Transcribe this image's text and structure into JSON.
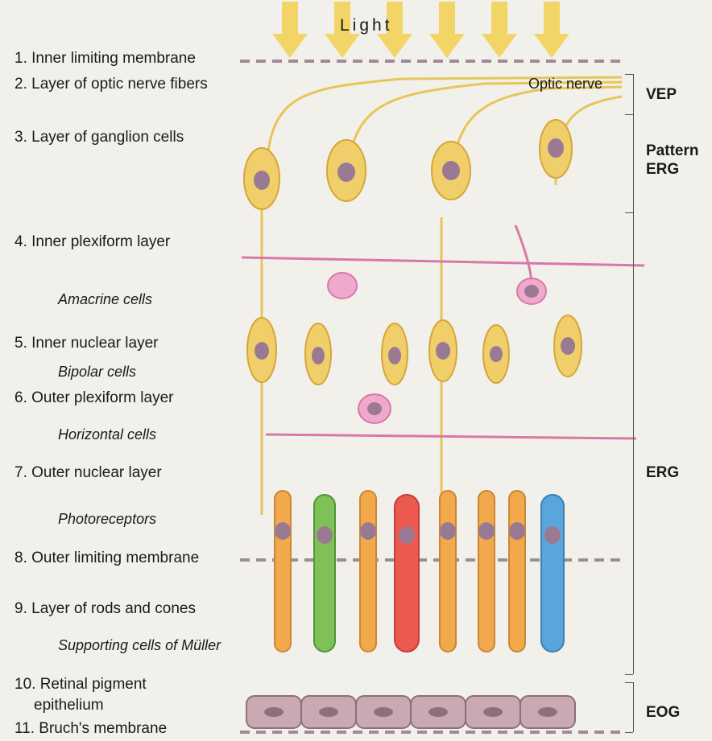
{
  "header": {
    "light": "Light"
  },
  "labels": {
    "optic_nerve": "Optic nerve"
  },
  "layers": [
    "1. Inner limiting membrane",
    "2. Layer of optic nerve fibers",
    "3. Layer of ganglion cells",
    "4. Inner plexiform layer",
    "5. Inner nuclear layer",
    "6. Outer plexiform layer",
    "7. Outer nuclear layer",
    "8. Outer limiting membrane",
    "9. Layer of rods and cones",
    "10. Retinal pigment",
    "11. Bruch's membrane"
  ],
  "layers_cont": {
    "9": "epithelium"
  },
  "cells": {
    "amacrine": "Amacrine cells",
    "bipolar": "Bipolar cells",
    "horizontal": "Horizontal cells",
    "photoreceptors": "Photoreceptors",
    "muller": "Supporting cells of Müller"
  },
  "tests": {
    "vep": "VEP",
    "pattern_erg": "Pattern ERG",
    "erg": "ERG",
    "eog": "EOG"
  },
  "colors": {
    "light_arrow": "#f3d35b",
    "neuron": "#f0cf6a",
    "nucleus": "#9a7a92",
    "amacrine_horizontal": "#f0a8cc",
    "rod": "#f1a94c",
    "cone_green": "#7fc157",
    "cone_red": "#ec5a4f",
    "cone_blue": "#5aa6dc",
    "pigment_epithelium": "#c9a9b2",
    "membrane_dash": "#a08a98"
  }
}
